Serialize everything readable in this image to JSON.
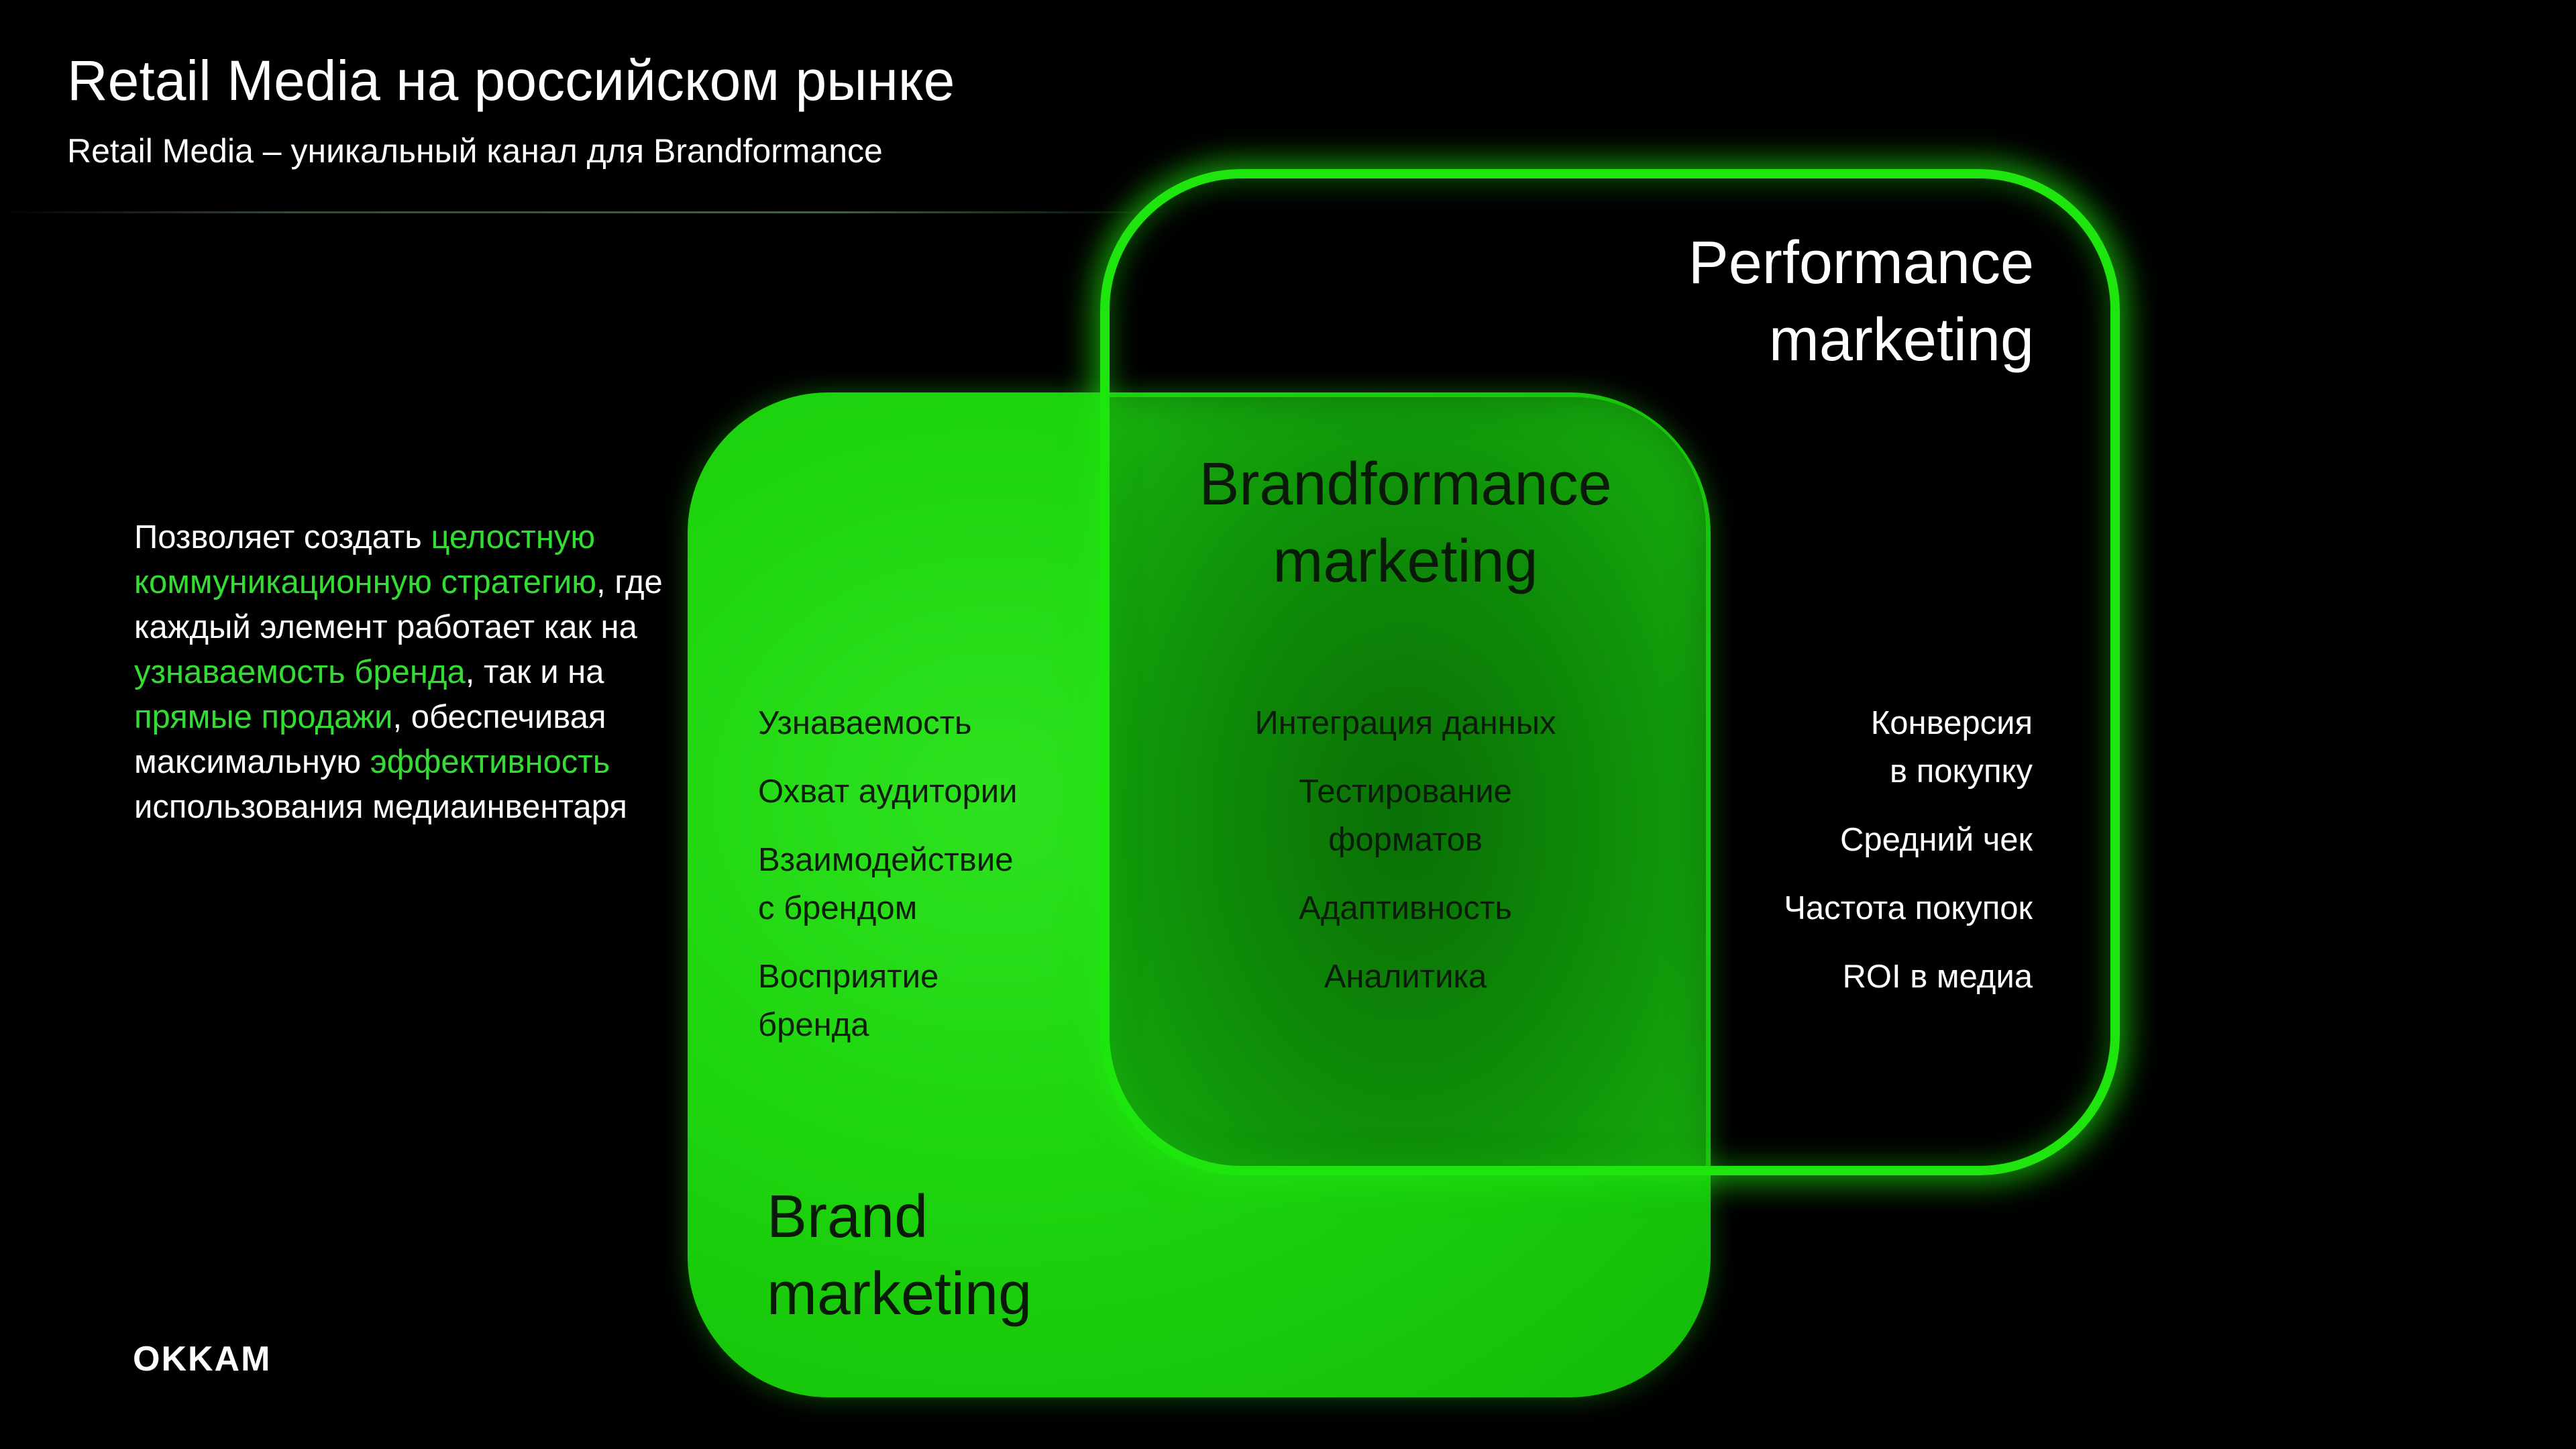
{
  "header": {
    "title": "Retail Media на российском рынке",
    "subtitle": "Retail Media – уникальный канал для Brandformance"
  },
  "intro": {
    "parts": [
      {
        "text": "Позволяет создать ",
        "highlight": false
      },
      {
        "text": "целостную коммуникационную стратегию",
        "highlight": true
      },
      {
        "text": ", где каждый элемент работает как на ",
        "highlight": false
      },
      {
        "text": "узнаваемость бренда",
        "highlight": true
      },
      {
        "text": ", так и на ",
        "highlight": false
      },
      {
        "text": "прямые продажи",
        "highlight": true
      },
      {
        "text": ", обеспечивая максимальную ",
        "highlight": false
      },
      {
        "text": "эффективность",
        "highlight": true
      },
      {
        "text": " использования медиаинвентаря",
        "highlight": false
      }
    ]
  },
  "diagram": {
    "performance": {
      "title": "Performance\nmarketing",
      "items": [
        "Конверсия\nв покупку",
        "Средний чек",
        "Частота покупок",
        "ROI в медиа"
      ]
    },
    "brandformance": {
      "title": "Brandformance\nmarketing",
      "items": [
        "Интеграция данных",
        "Тестирование\nформатов",
        "Адаптивность",
        "Аналитика"
      ]
    },
    "brand": {
      "title": "Brand\nmarketing",
      "items": [
        "Узнаваемость",
        "Охват аудитории",
        "Взаимодействие\nс брендом",
        "Восприятие\nбренда"
      ]
    }
  },
  "logo": {
    "text": "OKKAM"
  },
  "colors": {
    "background": "#000000",
    "accent_green": "#1fe50e",
    "highlight_text": "#33dd33"
  }
}
